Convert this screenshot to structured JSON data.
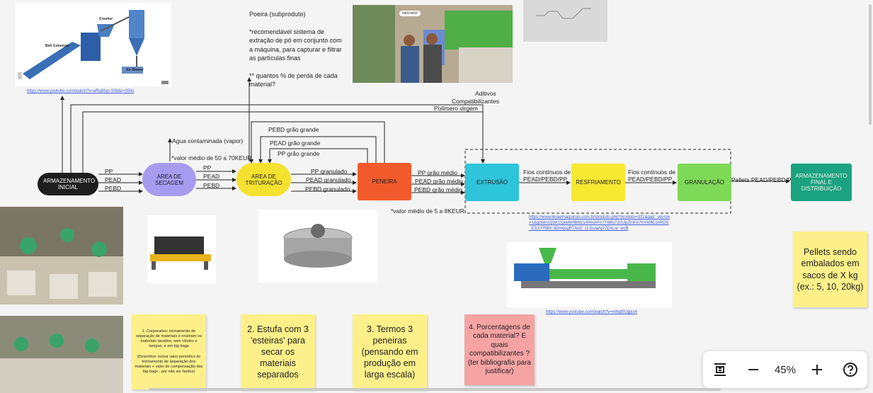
{
  "top_note": {
    "title": "Poeira (subproduto)",
    "line1": "*recomendável sistema de extração de pó em conjunto com a máquina, para capturar e filtrar as partículas finas",
    "line2": "** quantos % de perda de cada material?"
  },
  "links": {
    "top_left": "https://www.youtube.com/watch?v=aRg8fup-Sh8&t=359s",
    "extruder": "https://www.youtube.com/watch?v=mhgt5Ugjxs4",
    "middle_right": "https://www.lesaemaquinas.com.br/produto.php?produto=331&gad_source=1&gclid=CjOKCQiwl9HBhCsARIsAFn7YbBv7ZmJpZInFA7hYkMCshRDV_ESJ-FRBX-3DmqzgRTAoC_t1-EulaAj27EALw_wcB"
  },
  "photo_labels": {
    "crusher": "Crusher",
    "belt_conveyor": "Belt Conveyor",
    "air_blower": "Air Blower",
    "logo": "mimi-tech"
  },
  "nodes": {
    "armazenamento_inicial": "ARMAZENAMENTO INICIAL",
    "secagem": "AREA DE SECAGEM",
    "trituracao": "AREA DE TRITURAÇÃO",
    "peneira": "PENEIRA",
    "extrusao": "EXTRUSÃO",
    "resfriamento": "RESFRIAMENTO",
    "granulacao": "GRANULAÇÃO",
    "armazenamento_final": "ARMAZENAMENTO FINAL E DISTRIBUIÇÃO"
  },
  "node_colors": {
    "armazenamento_inicial": "#1e1e1e",
    "secagem": "#a79bf0",
    "trituracao": "#f5e130",
    "peneira": "#f15a2b",
    "extrusao": "#2ec4d9",
    "resfriamento": "#f7e832",
    "granulacao": "#7ed957",
    "armazenamento_final": "#1aa37e"
  },
  "edge_labels": {
    "pp1": "PP",
    "pead1": "PEAD",
    "pebd1": "PEBD",
    "pp2": "PP",
    "pead2": "PEAD",
    "pebd2": "PEBD",
    "pp_gran": "PP granulado",
    "pead_gran": "PEAD granulado",
    "pebd_gran": "PEBD granulado",
    "pp_medio": "PP grão médio",
    "pead_medio": "PEAD grão médio",
    "pebd_medio": "PEBD grão médio",
    "pebd_grande": "PEBD grão grande",
    "pead_grande": "PEAD grão grande",
    "pp_grande": "PP grão grande",
    "aditivos": "Aditivos",
    "compat": "Compatibilizantes",
    "polimero": "Polímero virgem",
    "agua": "Agua contaminada (vapor)",
    "valor1": "*valor médio de 50 a 70KEUR",
    "valor2": "*valor médio de 5 a 8KEUR",
    "fios1": "Fios contínuos de PEAD/PEBD/PP",
    "fios2": "Fios contínuos de PEAD/PEBD/PP",
    "pellets": "Pellets PEAD/PEBD/PP"
  },
  "stickies": {
    "s1": "1. Corporativo: treinamento de separação de materiais e ensinam os materiais lavados, sem rótulos e tampas, e em big bags\n\n(Descritivo: incluir valor periódico do treinamento de separação dos materiais + valor de compensação das big bags - por não ser fardos)",
    "s2": "2. Estufa com 3 'esteiras' para secar os materiais separados",
    "s3": "3. Termos 3 peneiras (pensando em produção em larga escala)",
    "s4": "4. Porcentagens de cada material? E quais compatibilizantes ? (ter bibliografia para justificar)",
    "s5": "Pellets sendo embalados em sacos de X kg (ex.: 5, 10, 20kg)"
  },
  "sticky_colors": {
    "yellow": "#fdf08a",
    "pink": "#f6a3a3"
  },
  "toolbar": {
    "zoom": "45%"
  }
}
